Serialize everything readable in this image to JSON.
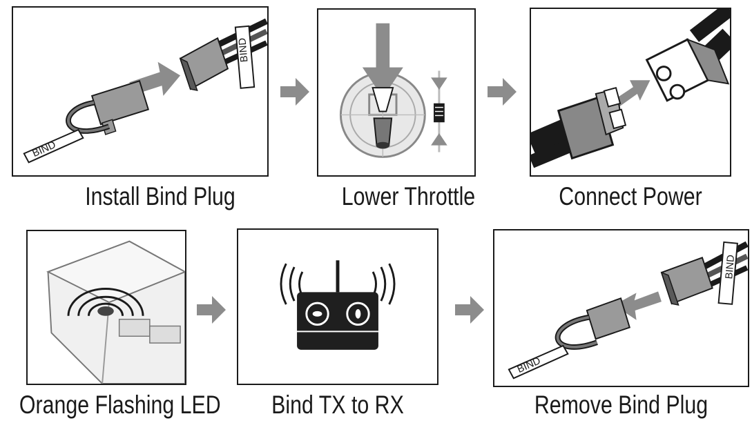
{
  "steps": [
    {
      "caption": "Install Bind Plug",
      "tag_label": "BIND"
    },
    {
      "caption": "Lower Throttle"
    },
    {
      "caption": "Connect Power"
    },
    {
      "caption": "Orange Flashing LED"
    },
    {
      "caption": "Bind TX to RX"
    },
    {
      "caption": "Remove Bind Plug",
      "tag_label": "BIND"
    }
  ],
  "colors": {
    "outline": "#1a1a1a",
    "arrow": "#8c8c8c",
    "body_gray": "#9a9a9a",
    "light_gray": "#dcdcdc",
    "transmitter": "#1f1f1f"
  },
  "icons": [
    "bind-plug-icon",
    "throttle-gimbal-icon",
    "battery-connector-icon",
    "receiver-led-icon",
    "transmitter-icon",
    "step-arrow-icon"
  ]
}
